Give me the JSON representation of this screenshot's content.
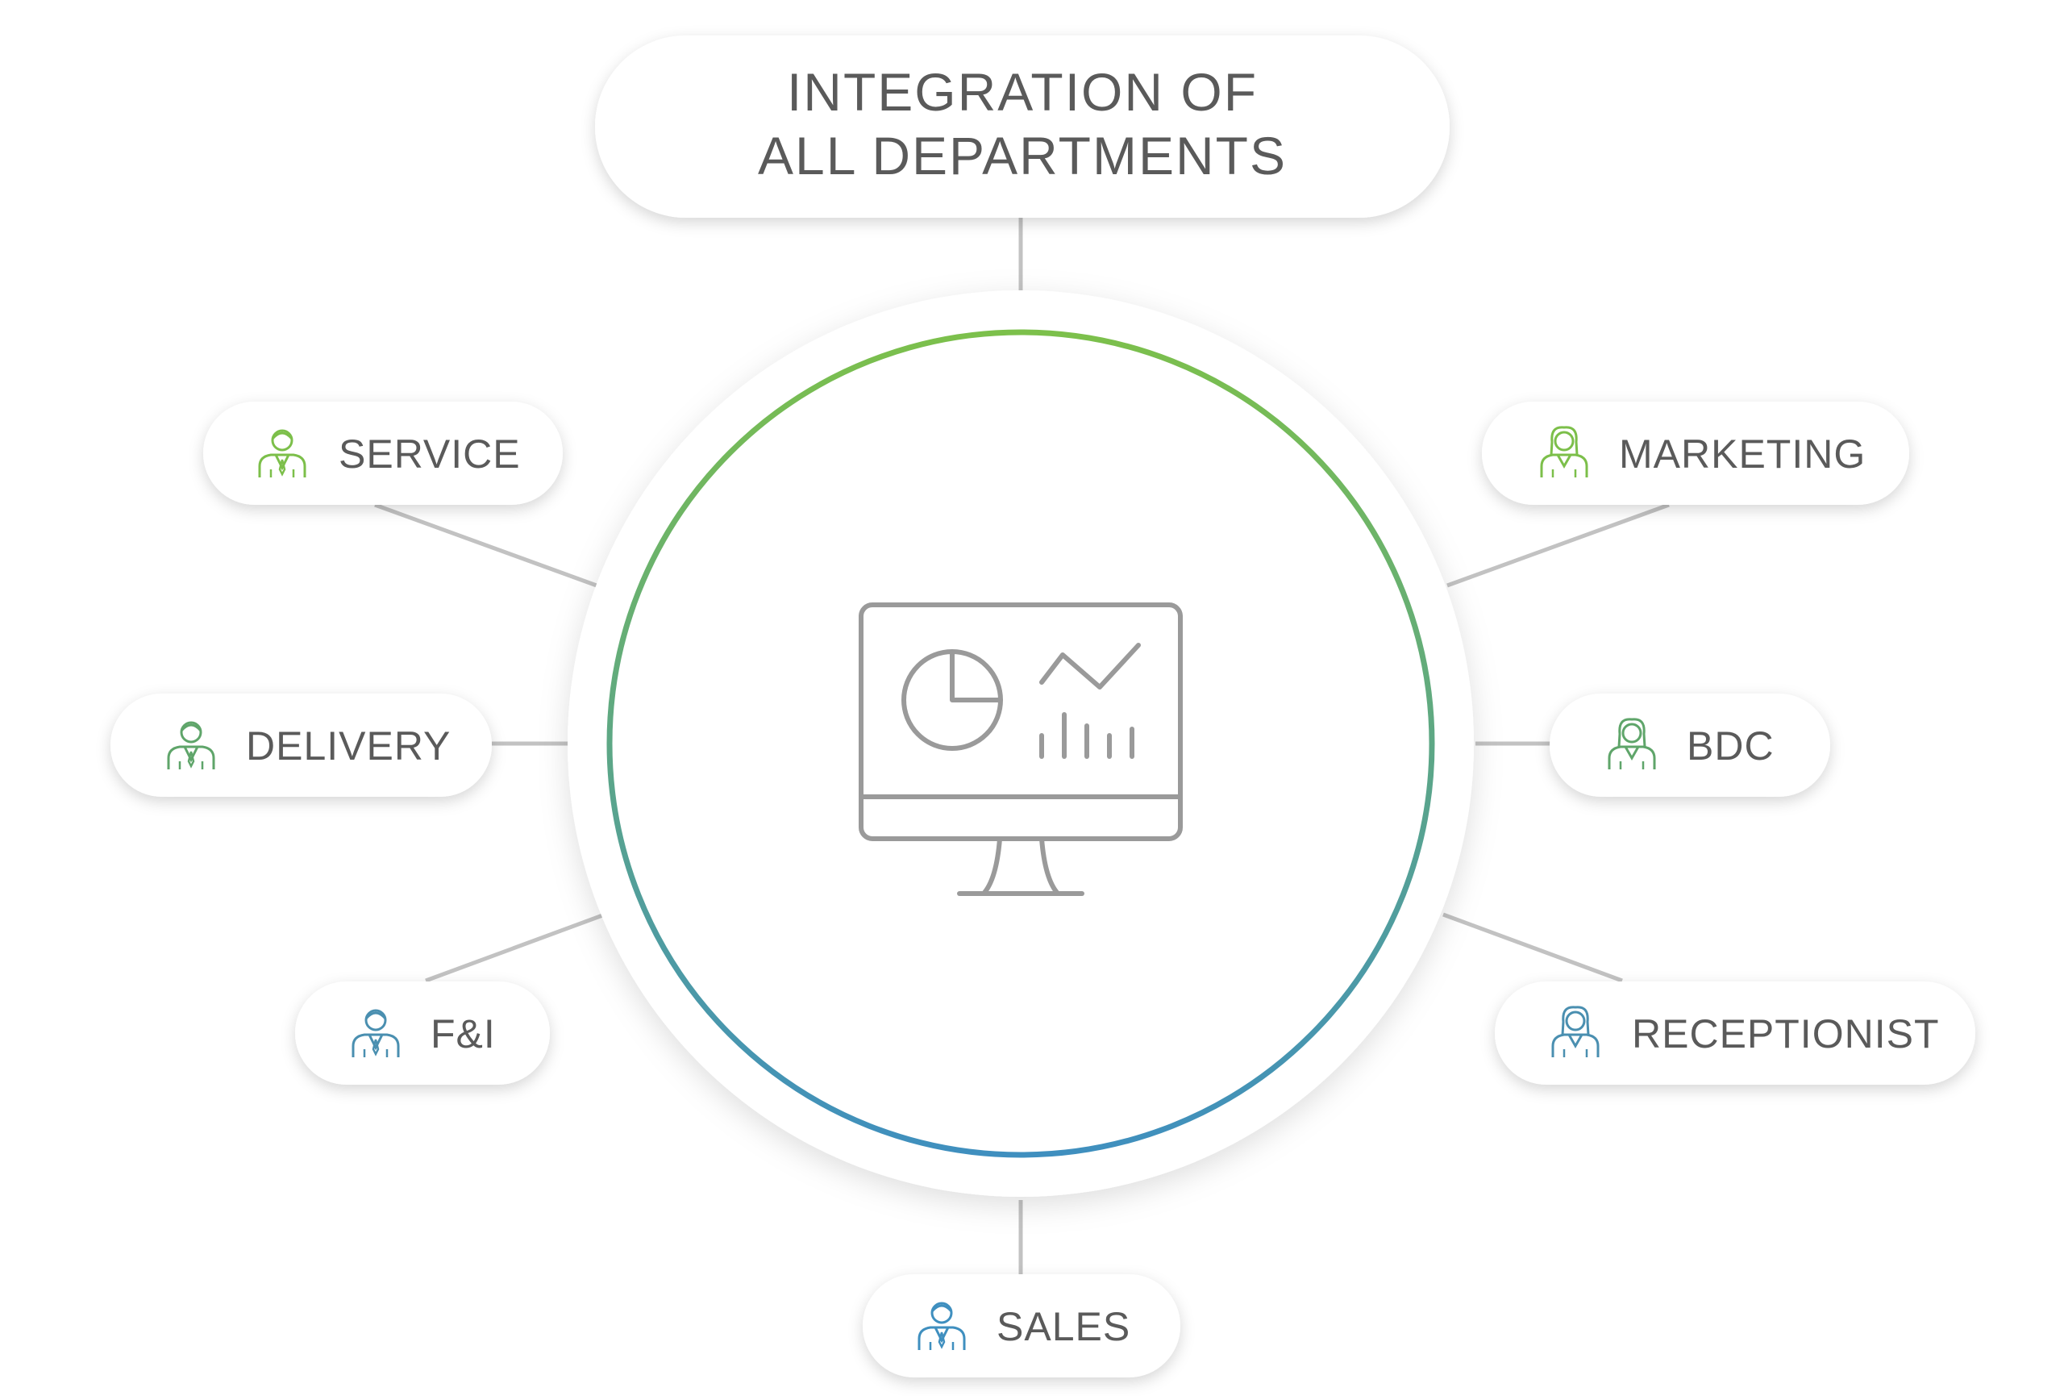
{
  "title": {
    "line1": "INTEGRATION OF",
    "line2": "ALL DEPARTMENTS"
  },
  "colors": {
    "ring_top": "#7cc04b",
    "ring_bottom": "#3f8fbf",
    "connector": "#c2c2c2",
    "text": "#5a5a5a",
    "monitor": "#9a9a9a"
  },
  "center": {
    "icon": "monitor-analytics-icon"
  },
  "departments": [
    {
      "key": "service",
      "label": "SERVICE",
      "icon": "male-person-icon",
      "color": "#7cbf4a"
    },
    {
      "key": "delivery",
      "label": "DELIVERY",
      "icon": "male-person-icon",
      "color": "#5fa56a"
    },
    {
      "key": "fi",
      "label": "F&I",
      "icon": "male-person-icon",
      "color": "#4a8fb0"
    },
    {
      "key": "sales",
      "label": "SALES",
      "icon": "male-person-icon",
      "color": "#3f8fbf"
    },
    {
      "key": "marketing",
      "label": "MARKETING",
      "icon": "female-person-icon",
      "color": "#7cbf4a"
    },
    {
      "key": "bdc",
      "label": "BDC",
      "icon": "female-person-icon",
      "color": "#5fa56a"
    },
    {
      "key": "receptionist",
      "label": "RECEPTIONIST",
      "icon": "female-person-icon",
      "color": "#4a8fb0"
    }
  ]
}
